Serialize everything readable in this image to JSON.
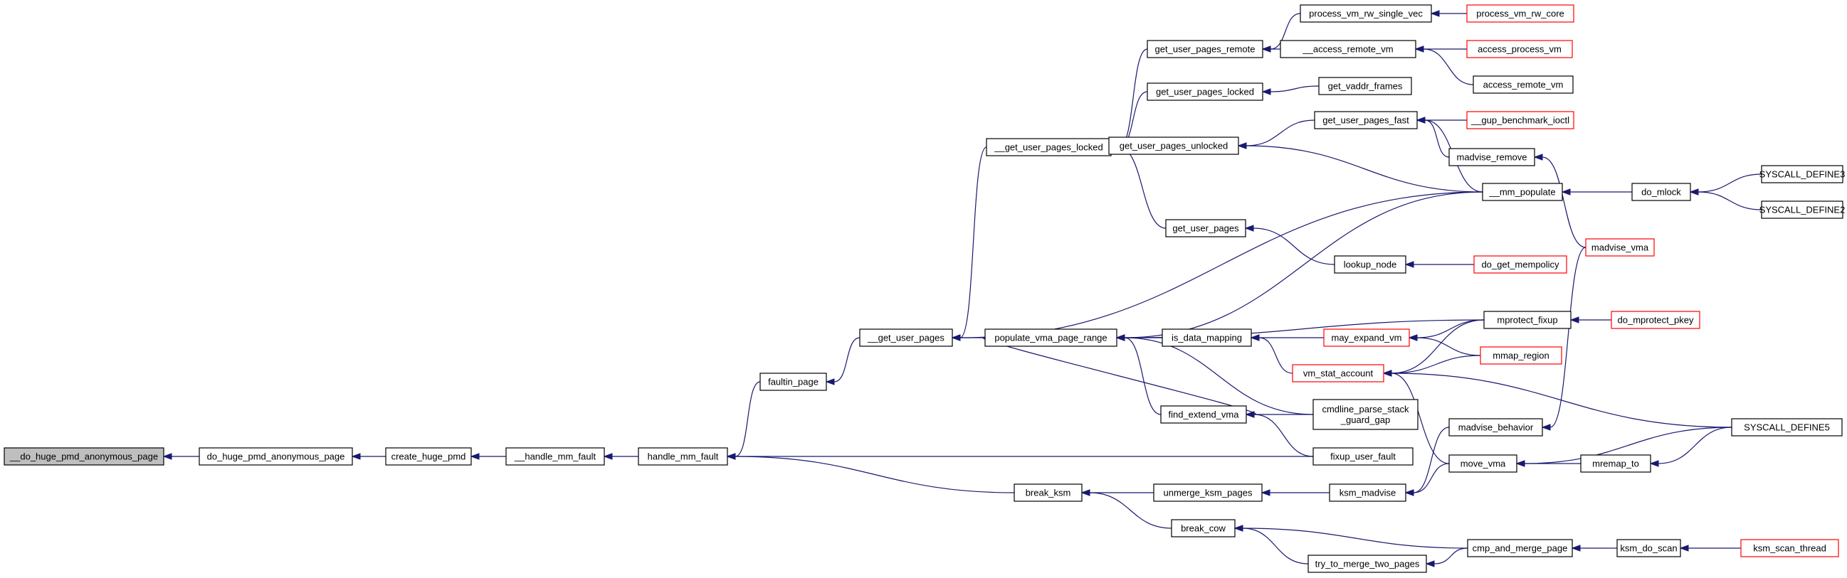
{
  "colors": {
    "edge": "#191970",
    "box_border": "#000000",
    "box_border_truncated": "#ff0000",
    "root_fill": "#bfbfbf",
    "box_fill": "#ffffff"
  },
  "graph": {
    "nodes": [
      {
        "id": "n0",
        "label": "__do_huge_pmd_anonymous_page",
        "style": "root"
      },
      {
        "id": "n1",
        "label": "do_huge_pmd_anonymous_page",
        "style": "normal"
      },
      {
        "id": "n2",
        "label": "create_huge_pmd",
        "style": "normal"
      },
      {
        "id": "n3",
        "label": "__handle_mm_fault",
        "style": "normal"
      },
      {
        "id": "n4",
        "label": "handle_mm_fault",
        "style": "normal"
      },
      {
        "id": "n5",
        "label": "faultin_page",
        "style": "normal"
      },
      {
        "id": "n6",
        "label": "__get_user_pages",
        "style": "normal"
      },
      {
        "id": "n7",
        "label": "__get_user_pages_locked",
        "style": "normal"
      },
      {
        "id": "n8",
        "label": "get_user_pages_remote",
        "style": "normal"
      },
      {
        "id": "n9",
        "label": "process_vm_rw_single_vec",
        "style": "normal"
      },
      {
        "id": "n10",
        "label": "process_vm_rw_core",
        "style": "truncated"
      },
      {
        "id": "n11",
        "label": "__access_remote_vm",
        "style": "normal"
      },
      {
        "id": "n12",
        "label": "access_process_vm",
        "style": "truncated"
      },
      {
        "id": "n13",
        "label": "access_remote_vm",
        "style": "normal"
      },
      {
        "id": "n14",
        "label": "get_user_pages_locked",
        "style": "normal"
      },
      {
        "id": "n15",
        "label": "get_vaddr_frames",
        "style": "normal"
      },
      {
        "id": "n16",
        "label": "get_user_pages_unlocked",
        "style": "normal"
      },
      {
        "id": "n17",
        "label": "get_user_pages_fast",
        "style": "normal"
      },
      {
        "id": "n18",
        "label": "__gup_benchmark_ioctl",
        "style": "truncated"
      },
      {
        "id": "n19",
        "label": "madvise_remove",
        "style": "normal"
      },
      {
        "id": "n20",
        "label": "__mm_populate",
        "style": "normal"
      },
      {
        "id": "n21",
        "label": "do_mlock",
        "style": "normal"
      },
      {
        "id": "n22",
        "label": "SYSCALL_DEFINE3",
        "style": "normal"
      },
      {
        "id": "n23",
        "label": "SYSCALL_DEFINE2",
        "style": "normal"
      },
      {
        "id": "n24",
        "label": "madvise_vma",
        "style": "truncated"
      },
      {
        "id": "n25",
        "label": "get_user_pages",
        "style": "normal"
      },
      {
        "id": "n26",
        "label": "lookup_node",
        "style": "normal"
      },
      {
        "id": "n27",
        "label": "do_get_mempolicy",
        "style": "truncated"
      },
      {
        "id": "n28",
        "label": "populate_vma_page_range",
        "style": "normal"
      },
      {
        "id": "n29",
        "label": "is_data_mapping",
        "style": "normal"
      },
      {
        "id": "n30",
        "label": "may_expand_vm",
        "style": "truncated"
      },
      {
        "id": "n31",
        "label": "vm_stat_account",
        "style": "truncated"
      },
      {
        "id": "n32",
        "label": "mprotect_fixup",
        "style": "normal"
      },
      {
        "id": "n33",
        "label": "do_mprotect_pkey",
        "style": "truncated"
      },
      {
        "id": "n34",
        "label": "mmap_region",
        "style": "truncated"
      },
      {
        "id": "n35",
        "label": "cmdline_parse_stack\n_guard_gap",
        "style": "normal"
      },
      {
        "id": "n36",
        "label": "find_extend_vma",
        "style": "normal"
      },
      {
        "id": "n37",
        "label": "madvise_behavior",
        "style": "normal"
      },
      {
        "id": "n38",
        "label": "SYSCALL_DEFINE5",
        "style": "normal"
      },
      {
        "id": "n39",
        "label": "fixup_user_fault",
        "style": "normal"
      },
      {
        "id": "n40",
        "label": "move_vma",
        "style": "normal"
      },
      {
        "id": "n41",
        "label": "mremap_to",
        "style": "normal"
      },
      {
        "id": "n42",
        "label": "break_ksm",
        "style": "normal"
      },
      {
        "id": "n43",
        "label": "unmerge_ksm_pages",
        "style": "normal"
      },
      {
        "id": "n44",
        "label": "ksm_madvise",
        "style": "normal"
      },
      {
        "id": "n45",
        "label": "break_cow",
        "style": "normal"
      },
      {
        "id": "n46",
        "label": "cmp_and_merge_page",
        "style": "normal"
      },
      {
        "id": "n47",
        "label": "ksm_do_scan",
        "style": "normal"
      },
      {
        "id": "n48",
        "label": "ksm_scan_thread",
        "style": "truncated"
      },
      {
        "id": "n49",
        "label": "try_to_merge_two_pages",
        "style": "normal"
      }
    ],
    "edges": [
      [
        "n1",
        "n0"
      ],
      [
        "n2",
        "n1"
      ],
      [
        "n3",
        "n2"
      ],
      [
        "n4",
        "n3"
      ],
      [
        "n5",
        "n4"
      ],
      [
        "n39",
        "n4"
      ],
      [
        "n42",
        "n4"
      ],
      [
        "n6",
        "n5"
      ],
      [
        "n7",
        "n6"
      ],
      [
        "n20",
        "n6"
      ],
      [
        "n28",
        "n6"
      ],
      [
        "n8",
        "n7"
      ],
      [
        "n14",
        "n7"
      ],
      [
        "n16",
        "n7"
      ],
      [
        "n25",
        "n7"
      ],
      [
        "n9",
        "n8"
      ],
      [
        "n11",
        "n8"
      ],
      [
        "n10",
        "n9"
      ],
      [
        "n12",
        "n11"
      ],
      [
        "n13",
        "n11"
      ],
      [
        "n15",
        "n14"
      ],
      [
        "n17",
        "n16"
      ],
      [
        "n20",
        "n16"
      ],
      [
        "n18",
        "n17"
      ],
      [
        "n19",
        "n17"
      ],
      [
        "n20",
        "n17"
      ],
      [
        "n24",
        "n19"
      ],
      [
        "n21",
        "n20"
      ],
      [
        "n22",
        "n21"
      ],
      [
        "n23",
        "n21"
      ],
      [
        "n26",
        "n25"
      ],
      [
        "n27",
        "n26"
      ],
      [
        "n20",
        "n28"
      ],
      [
        "n29",
        "n28"
      ],
      [
        "n32",
        "n28"
      ],
      [
        "n35",
        "n28"
      ],
      [
        "n36",
        "n28"
      ],
      [
        "n30",
        "n29"
      ],
      [
        "n31",
        "n29"
      ],
      [
        "n32",
        "n30"
      ],
      [
        "n34",
        "n30"
      ],
      [
        "n32",
        "n31"
      ],
      [
        "n34",
        "n31"
      ],
      [
        "n38",
        "n31"
      ],
      [
        "n40",
        "n31"
      ],
      [
        "n33",
        "n32"
      ],
      [
        "n28",
        "n36"
      ],
      [
        "n35",
        "n36"
      ],
      [
        "n39",
        "n36"
      ],
      [
        "n24",
        "n37"
      ],
      [
        "n38",
        "n40"
      ],
      [
        "n41",
        "n40"
      ],
      [
        "n38",
        "n41"
      ],
      [
        "n43",
        "n42"
      ],
      [
        "n45",
        "n42"
      ],
      [
        "n44",
        "n43"
      ],
      [
        "n37",
        "n44"
      ],
      [
        "n40",
        "n44"
      ],
      [
        "n46",
        "n45"
      ],
      [
        "n49",
        "n45"
      ],
      [
        "n47",
        "n46"
      ],
      [
        "n48",
        "n47"
      ],
      [
        "n46",
        "n49"
      ]
    ]
  }
}
